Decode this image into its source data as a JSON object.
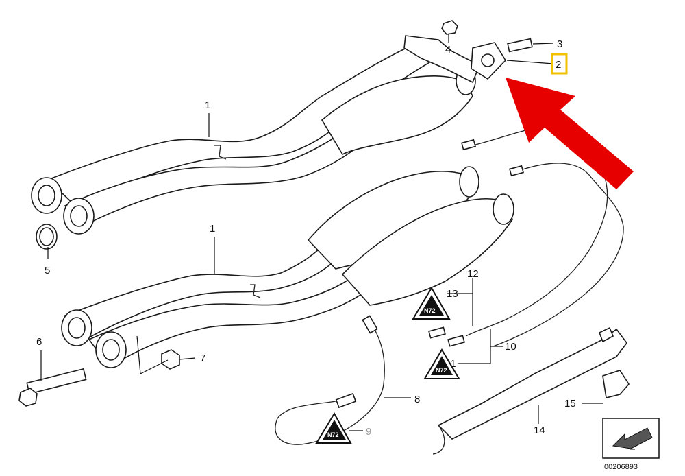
{
  "diagram": {
    "callouts": [
      {
        "id": "1a",
        "text": "1"
      },
      {
        "id": "1b",
        "text": "1"
      },
      {
        "id": "2",
        "text": "2"
      },
      {
        "id": "3",
        "text": "3"
      },
      {
        "id": "4",
        "text": "4"
      },
      {
        "id": "5",
        "text": "5"
      },
      {
        "id": "6",
        "text": "6"
      },
      {
        "id": "7",
        "text": "7"
      },
      {
        "id": "8",
        "text": "8"
      },
      {
        "id": "9",
        "text": "9"
      },
      {
        "id": "10",
        "text": "10"
      },
      {
        "id": "11",
        "text": "11"
      },
      {
        "id": "12",
        "text": "12"
      },
      {
        "id": "13",
        "text": "13"
      },
      {
        "id": "14",
        "text": "14"
      },
      {
        "id": "15",
        "text": "15"
      }
    ],
    "highlight_color": "#f2c200",
    "arrow_color": "#e60000",
    "warning_badge_text": "N72",
    "reference_number": "00206893"
  }
}
